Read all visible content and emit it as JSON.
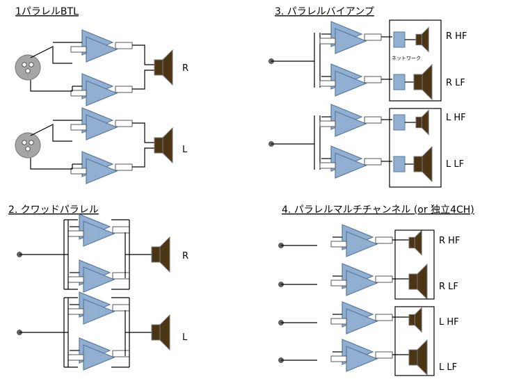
{
  "sections": {
    "s1": {
      "title": "1パラレルBTL",
      "labels": [
        "R",
        "L"
      ]
    },
    "s3": {
      "title": "3. パラレルバイアンプ",
      "labels": [
        "R HF",
        "R LF",
        "L HF",
        "L LF"
      ],
      "network_label": "ネットワーク"
    },
    "s2": {
      "title": "2. クワッドパラレル",
      "labels": [
        "R",
        "L"
      ]
    },
    "s4": {
      "title": "4. パラレルマルチチャンネル (or 独立4CH)",
      "labels": [
        "R HF",
        "R LF",
        "L HF",
        "L LF"
      ]
    }
  },
  "colors": {
    "amp_fill": "#91afd0",
    "amp_stroke": "#5878a0",
    "speaker_fill": "#4c3515",
    "network_fill": "#91afd0",
    "input_fill": "#a6a6a6",
    "wire": "#000000"
  }
}
